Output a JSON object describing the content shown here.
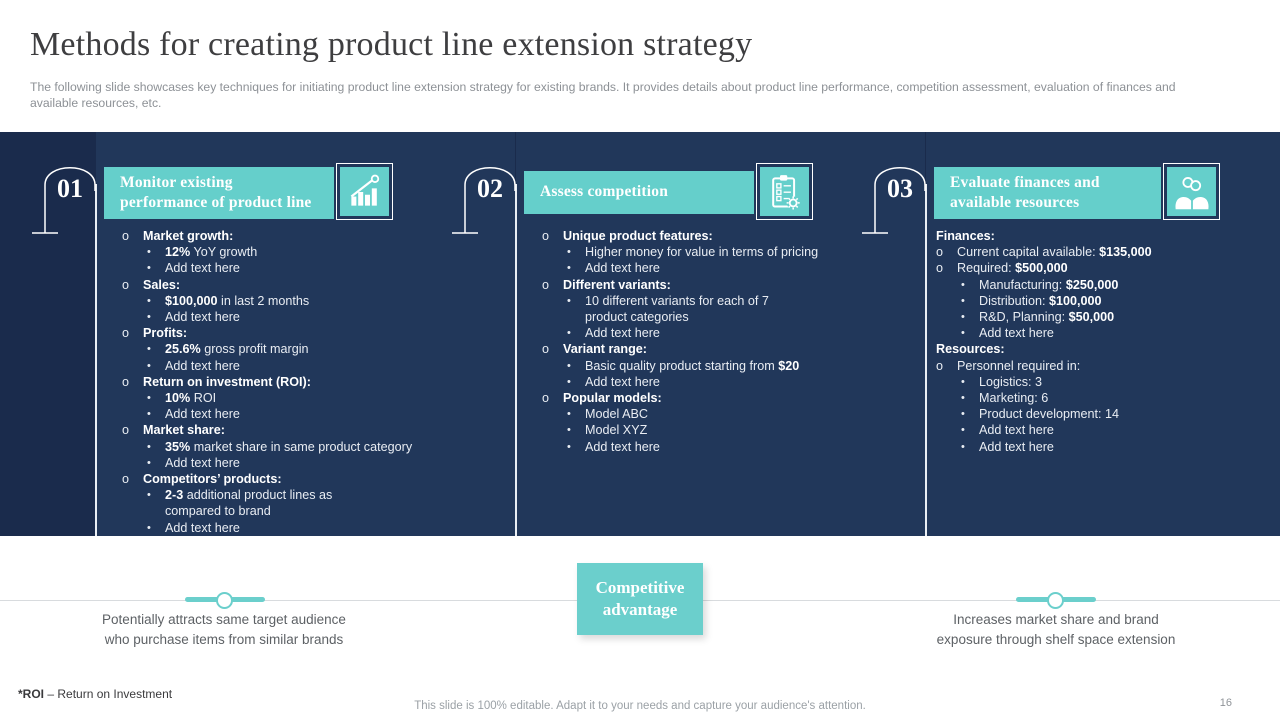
{
  "slide": {
    "title": "Methods for creating product line extension strategy",
    "subtitle": "The following slide showcases key techniques for initiating product line extension strategy for existing brands. It provides details about product line performance, competition assessment, evaluation of finances and available resources, etc.",
    "footnote_bold": "*ROI",
    "footnote_rest": " – Return on Investment",
    "editable_note": "This slide is 100% editable. Adapt it to your needs and capture your audience's attention.",
    "page_number": "16"
  },
  "colors": {
    "accent_teal": "#65cfcb",
    "navy_band": "#1a2b4c",
    "panel_navy": "#21375a"
  },
  "columns": [
    {
      "number": "01",
      "title": "Monitor existing performance of product line",
      "icon": "growth-chart-icon",
      "lines": [
        {
          "m": "o",
          "parts": [
            {
              "t": "Market growth:",
              "b": true
            }
          ]
        },
        {
          "m": "b",
          "parts": [
            {
              "t": "12%",
              "b": true
            },
            {
              "t": " YoY growth"
            }
          ]
        },
        {
          "m": "b",
          "parts": [
            {
              "t": "Add text here"
            }
          ]
        },
        {
          "m": "o",
          "parts": [
            {
              "t": "Sales:",
              "b": true
            }
          ]
        },
        {
          "m": "b",
          "parts": [
            {
              "t": "$100,000",
              "b": true
            },
            {
              "t": " in last 2 months"
            }
          ]
        },
        {
          "m": "b",
          "parts": [
            {
              "t": "Add text here"
            }
          ]
        },
        {
          "m": "o",
          "parts": [
            {
              "t": "Profits:",
              "b": true
            }
          ]
        },
        {
          "m": "b",
          "parts": [
            {
              "t": "25.6%",
              "b": true
            },
            {
              "t": " gross profit margin"
            }
          ]
        },
        {
          "m": "b",
          "parts": [
            {
              "t": "Add text here"
            }
          ]
        },
        {
          "m": "o",
          "parts": [
            {
              "t": "Return on investment (ROI):",
              "b": true
            }
          ]
        },
        {
          "m": "b",
          "parts": [
            {
              "t": "10%",
              "b": true
            },
            {
              "t": " ROI"
            }
          ]
        },
        {
          "m": "b",
          "parts": [
            {
              "t": "Add text here"
            }
          ]
        },
        {
          "m": "o",
          "parts": [
            {
              "t": "Market share:",
              "b": true
            }
          ]
        },
        {
          "m": "b",
          "parts": [
            {
              "t": "35%",
              "b": true
            },
            {
              "t": " market share in same product category"
            }
          ]
        },
        {
          "m": "b",
          "parts": [
            {
              "t": "Add text here"
            }
          ]
        },
        {
          "m": "o",
          "parts": [
            {
              "t": "Competitors’ products:",
              "b": true
            }
          ]
        },
        {
          "m": "b",
          "parts": [
            {
              "t": "2-3",
              "b": true
            },
            {
              "t": " additional product lines as"
            }
          ]
        },
        {
          "m": "c",
          "parts": [
            {
              "t": "compared to brand"
            }
          ]
        },
        {
          "m": "b",
          "parts": [
            {
              "t": "Add text here"
            }
          ]
        }
      ]
    },
    {
      "number": "02",
      "title": "Assess competition",
      "icon": "clipboard-checklist-icon",
      "lines": [
        {
          "m": "o",
          "parts": [
            {
              "t": "Unique product features:",
              "b": true
            }
          ]
        },
        {
          "m": "b",
          "parts": [
            {
              "t": "Higher money for value in terms of pricing"
            }
          ]
        },
        {
          "m": "b",
          "parts": [
            {
              "t": "Add text here"
            }
          ]
        },
        {
          "m": "o",
          "parts": [
            {
              "t": "Different variants:",
              "b": true
            }
          ]
        },
        {
          "m": "b",
          "parts": [
            {
              "t": "10 different variants for each of 7"
            }
          ]
        },
        {
          "m": "c",
          "parts": [
            {
              "t": "product categories"
            }
          ]
        },
        {
          "m": "b",
          "parts": [
            {
              "t": "Add text here"
            }
          ]
        },
        {
          "m": "o",
          "parts": [
            {
              "t": "Variant range:",
              "b": true
            }
          ]
        },
        {
          "m": "b",
          "parts": [
            {
              "t": "Basic quality product starting from "
            },
            {
              "t": "$20",
              "b": true
            }
          ]
        },
        {
          "m": "b",
          "parts": [
            {
              "t": "Add text here"
            }
          ]
        },
        {
          "m": "o",
          "parts": [
            {
              "t": "Popular models:",
              "b": true
            }
          ]
        },
        {
          "m": "b",
          "parts": [
            {
              "t": "Model ABC"
            }
          ]
        },
        {
          "m": "b",
          "parts": [
            {
              "t": "Model XYZ"
            }
          ]
        },
        {
          "m": "b",
          "parts": [
            {
              "t": "Add text here"
            }
          ]
        }
      ]
    },
    {
      "number": "03",
      "title": "Evaluate finances and available resources",
      "icon": "hands-coins-icon",
      "lines": [
        {
          "m": "h",
          "parts": [
            {
              "t": "Finances:",
              "b": true
            }
          ]
        },
        {
          "m": "o",
          "parts": [
            {
              "t": "Current capital available: "
            },
            {
              "t": "$135,000",
              "b": true
            }
          ]
        },
        {
          "m": "o",
          "parts": [
            {
              "t": "Required: "
            },
            {
              "t": "$500,000",
              "b": true
            }
          ]
        },
        {
          "m": "b",
          "parts": [
            {
              "t": "Manufacturing: "
            },
            {
              "t": "$250,000",
              "b": true
            }
          ]
        },
        {
          "m": "b",
          "parts": [
            {
              "t": "Distribution: "
            },
            {
              "t": "$100,000",
              "b": true
            }
          ]
        },
        {
          "m": "b",
          "parts": [
            {
              "t": "R&D, Planning: "
            },
            {
              "t": "$50,000",
              "b": true
            }
          ]
        },
        {
          "m": "b",
          "parts": [
            {
              "t": "Add text here"
            }
          ]
        },
        {
          "m": "h",
          "parts": [
            {
              "t": "Resources:",
              "b": true
            }
          ]
        },
        {
          "m": "o",
          "parts": [
            {
              "t": "Personnel required in:"
            }
          ]
        },
        {
          "m": "b",
          "parts": [
            {
              "t": "Logistics: 3"
            }
          ]
        },
        {
          "m": "b",
          "parts": [
            {
              "t": "Marketing: 6"
            }
          ]
        },
        {
          "m": "b",
          "parts": [
            {
              "t": "Product development: 14"
            }
          ]
        },
        {
          "m": "b",
          "parts": [
            {
              "t": "Add text here"
            }
          ]
        },
        {
          "m": "b",
          "parts": [
            {
              "t": "Add text here"
            }
          ]
        }
      ]
    }
  ],
  "bottom": {
    "center_box": "Competitive advantage",
    "left_note": "Potentially attracts same target audience who purchase items from similar brands",
    "right_note": "Increases market share and brand exposure through shelf space extension"
  }
}
